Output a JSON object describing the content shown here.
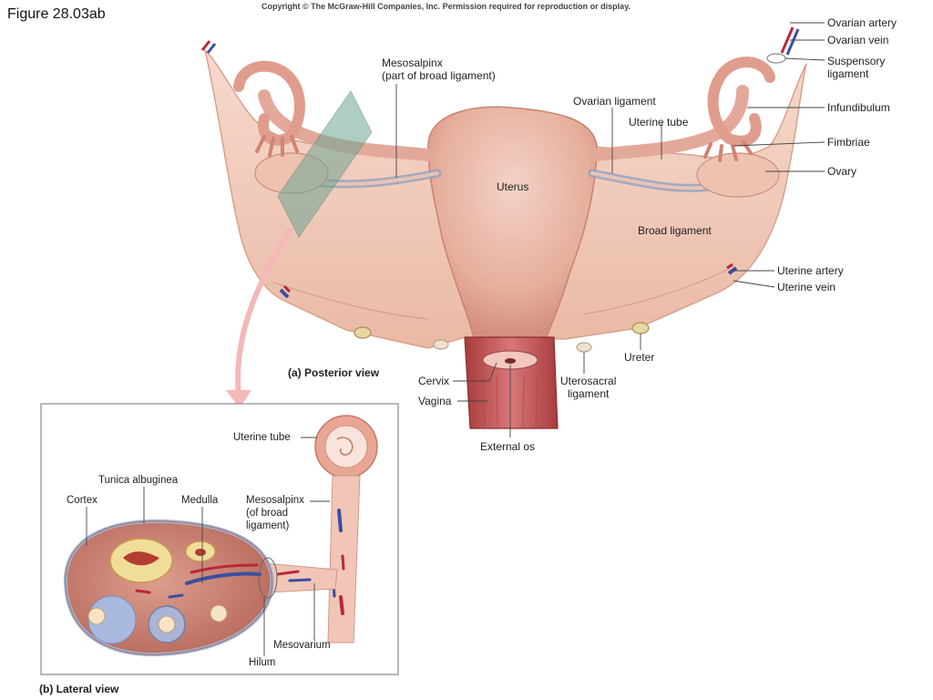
{
  "figure_title": "Figure 28.03ab",
  "copyright": "Copyright © The McGraw-Hill Companies, Inc. Permission required for reproduction or display.",
  "panel_a": {
    "caption": "(a) Posterior view",
    "labels": {
      "mesosalpinx": "Mesosalpinx\n(part of broad ligament)",
      "ovarian_ligament": "Ovarian ligament",
      "uterine_tube": "Uterine tube",
      "uterus": "Uterus",
      "broad_ligament": "Broad ligament",
      "ovarian_artery": "Ovarian artery",
      "ovarian_vein": "Ovarian vein",
      "suspensory_ligament": "Suspensory\nligament",
      "infundibulum": "Infundibulum",
      "fimbriae": "Fimbriae",
      "ovary": "Ovary",
      "uterine_artery": "Uterine artery",
      "uterine_vein": "Uterine vein",
      "ureter": "Ureter",
      "uterosacral_ligament": "Uterosacral\nligament",
      "cervix": "Cervix",
      "vagina": "Vagina",
      "external_os": "External os"
    }
  },
  "panel_b": {
    "caption": "(b) Lateral view",
    "labels": {
      "uterine_tube": "Uterine tube",
      "tunica_albuginea": "Tunica albuginea",
      "cortex": "Cortex",
      "medulla": "Medulla",
      "mesosalpinx": "Mesosalpinx\n(of broad\nligament)",
      "mesovarium": "Mesovarium",
      "hilum": "Hilum"
    }
  },
  "colors": {
    "tissue": "#f0c8b6",
    "tissue_dark": "#d89c8a",
    "vessel_red": "#b8283a",
    "vessel_blue": "#3a4ea0",
    "plane": "#6fa593",
    "leader": "#444444"
  }
}
